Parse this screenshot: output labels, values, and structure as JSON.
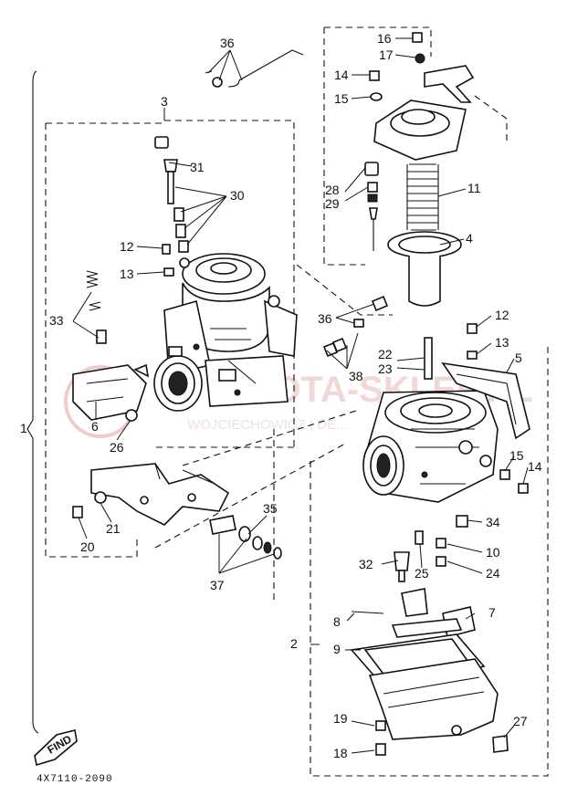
{
  "diagram": {
    "reference_code": "4X7110-2090",
    "find_label": "FIND",
    "watermark": {
      "main": "MOTA-SKLEP.PL",
      "sub": "WOJCIECHOWICZ | DE..."
    },
    "callouts": {
      "c1": "1",
      "c2": "2",
      "c3": "3",
      "c4": "4",
      "c5": "5",
      "c6": "6",
      "c7": "7",
      "c8": "8",
      "c9": "9",
      "c10": "10",
      "c11": "11",
      "c12a": "12",
      "c12b": "12",
      "c13a": "13",
      "c13b": "13",
      "c14a": "14",
      "c14b": "14",
      "c15a": "15",
      "c15b": "15",
      "c16": "16",
      "c17": "17",
      "c18": "18",
      "c19": "19",
      "c20": "20",
      "c21": "21",
      "c22": "22",
      "c23": "23",
      "c24": "24",
      "c25": "25",
      "c26": "26",
      "c27": "27",
      "c28": "28",
      "c29": "29",
      "c30": "30",
      "c31": "31",
      "c32": "32",
      "c33": "33",
      "c34": "34",
      "c35": "35",
      "c36a": "36",
      "c36b": "36",
      "c37": "37",
      "c38": "38"
    }
  }
}
